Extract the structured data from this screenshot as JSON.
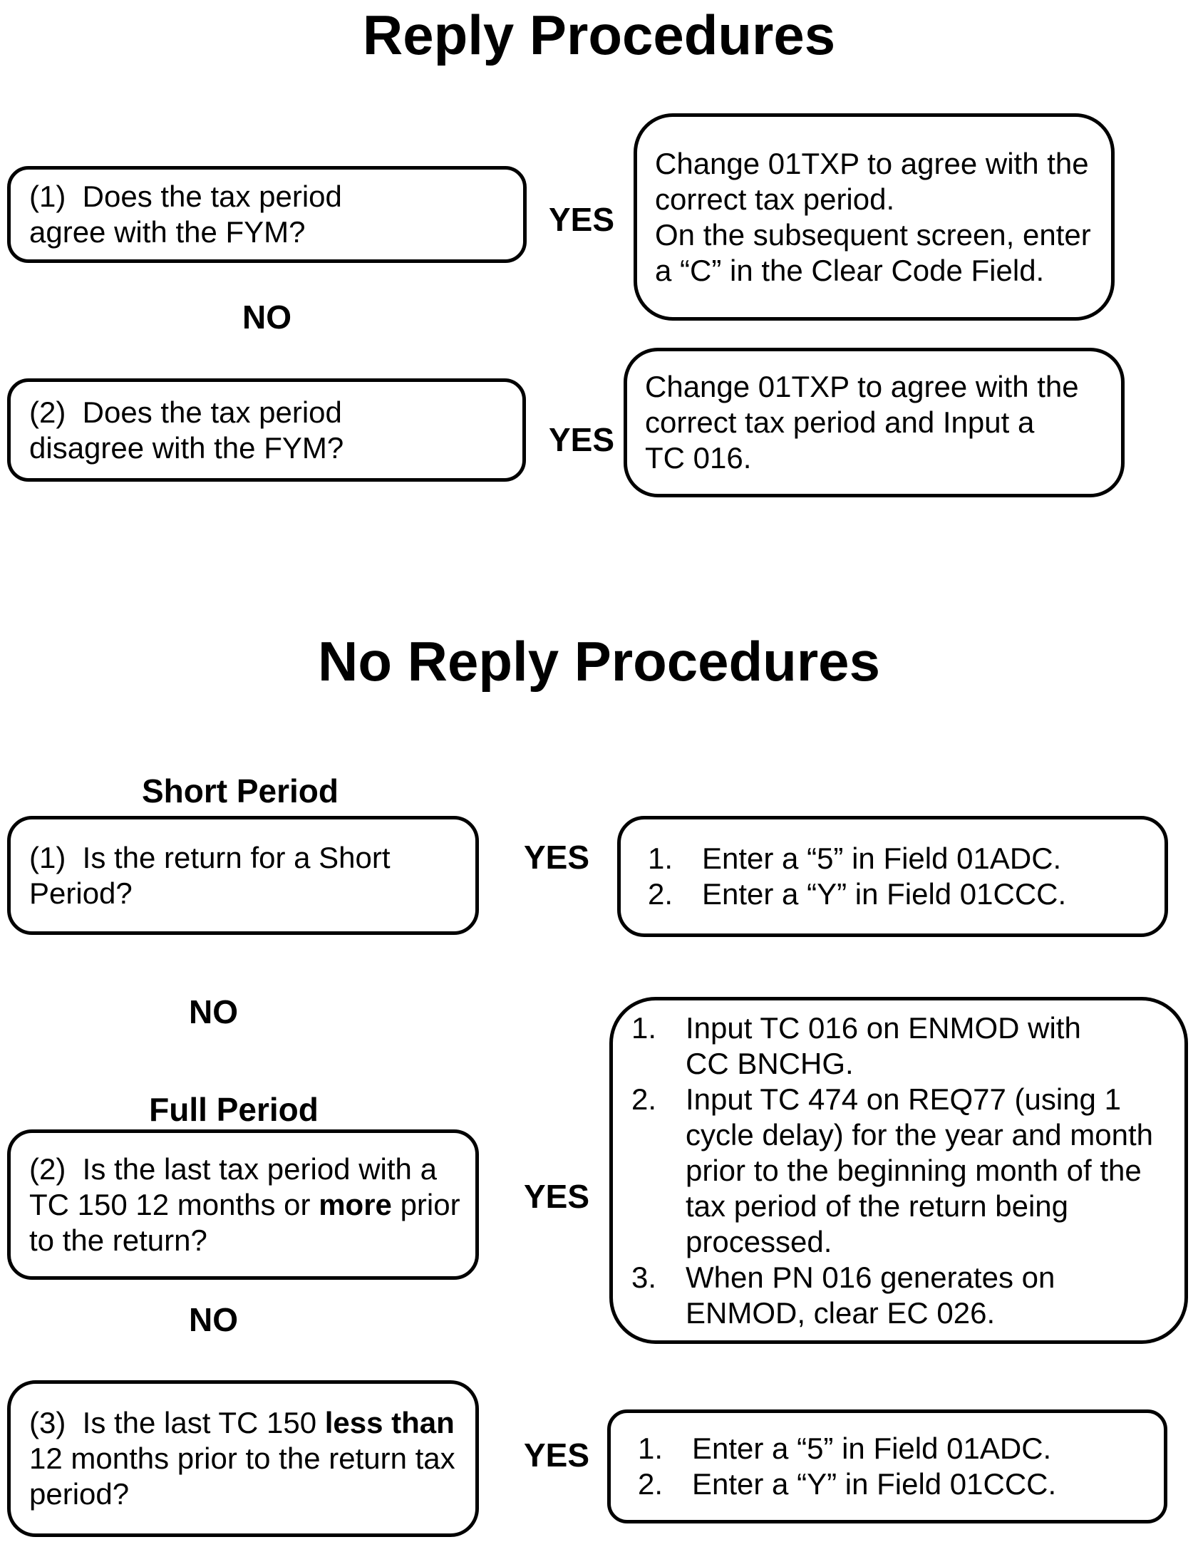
{
  "palette": {
    "ink": "#000000",
    "paper": "#ffffff"
  },
  "labels": {
    "yes": "YES",
    "no": "NO"
  },
  "reply": {
    "title": "Reply Procedures",
    "q1": "(1)  Does the tax period\nagree with the FYM?",
    "a1": "Change 01TXP to agree with the\ncorrect tax period.\nOn the subsequent screen, enter\na “C” in the Clear Code Field.",
    "q2": "(2)  Does the tax period\ndisagree with the FYM?",
    "a2": "Change 01TXP to agree with the\ncorrect tax period and Input a\nTC 016."
  },
  "no_reply": {
    "title": "No Reply Procedures",
    "short_period_label": "Short Period",
    "full_period_label": "Full Period",
    "q1": "(1)  Is the return for a Short\nPeriod?",
    "a1": {
      "items": [
        {
          "num": "1.",
          "text": "Enter a “5” in Field 01ADC."
        },
        {
          "num": "2.",
          "text": "Enter a “Y” in Field 01CCC."
        }
      ]
    },
    "q2": {
      "pre": "(2)  Is the last tax period with a\nTC 150 12 months or ",
      "bold": "more",
      "post": " prior\nto the return?"
    },
    "a2": {
      "items": [
        {
          "num": "1.",
          "text": "Input TC 016 on ENMOD with\nCC BNCHG."
        },
        {
          "num": "2.",
          "text": "Input TC 474 on REQ77 (using 1\ncycle delay) for the year and month\nprior to the beginning month of the\ntax period of the return being\nprocessed."
        },
        {
          "num": "3.",
          "text": "When PN 016 generates on\nENMOD, clear EC 026."
        }
      ]
    },
    "q3": {
      "pre": "(3)  Is the last TC 150 ",
      "bold": "less than",
      "post": "\n12 months prior to the return tax\nperiod?"
    },
    "a3": {
      "items": [
        {
          "num": "1.",
          "text": "Enter a “5” in Field 01ADC."
        },
        {
          "num": "2.",
          "text": "Enter a “Y” in Field 01CCC."
        }
      ]
    }
  }
}
